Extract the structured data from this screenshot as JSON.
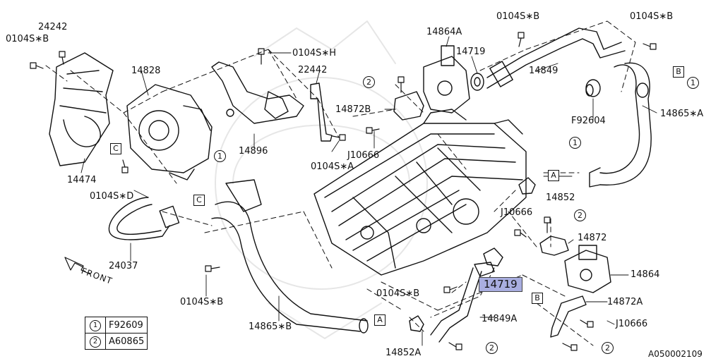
{
  "labels": {
    "l_24242": "24242",
    "l_0104sb_tl": "0104S∗B",
    "l_14828": "14828",
    "l_0104sh": "0104S∗H",
    "l_22442": "22442",
    "l_14864a": "14864A",
    "l_14719_top": "14719",
    "l_0104sb_tc": "0104S∗B",
    "l_0104sb_tr": "0104S∗B",
    "l_14849": "14849",
    "l_14872b": "14872B",
    "l_j10666_mid": "J10666",
    "l_0104sa": "0104S∗A",
    "l_14896": "14896",
    "l_14474": "14474",
    "l_0104sd": "0104S∗D",
    "l_f92604": "F92604",
    "l_14865a": "14865∗A",
    "l_14852": "14852",
    "l_j10666_r": "J10666",
    "l_14872": "14872",
    "l_14864": "14864",
    "l_14719_hl": "14719",
    "l_0104sb_mid": "0104S∗B",
    "l_14872a": "14872A",
    "l_j10666_br": "J10666",
    "l_14849a": "14849A",
    "l_14852a": "14852A",
    "l_24037": "24037",
    "l_0104sb_bl": "0104S∗B",
    "l_14865b": "14865∗B"
  },
  "refs": {
    "box_c1": "C",
    "box_c2": "C",
    "box_a1": "A",
    "box_a2": "A",
    "box_b1": "B",
    "box_b2": "B",
    "circ_1a": "1",
    "circ_1b": "1",
    "circ_1c": "1",
    "circ_2a": "2",
    "circ_2b": "2",
    "circ_2c": "2",
    "circ_2d": "2"
  },
  "front": "FRONT",
  "legend": [
    {
      "num": "1",
      "code": "F92609"
    },
    {
      "num": "2",
      "code": "A60865"
    }
  ],
  "diagram_code": "A050002109",
  "colors": {
    "ink": "#111111",
    "highlight": "#a9aee0",
    "watermark": "#e6e6e6"
  }
}
